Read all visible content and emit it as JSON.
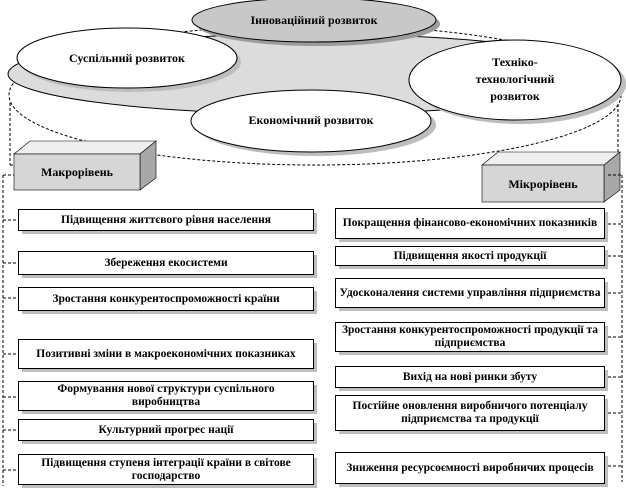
{
  "ellipses": {
    "innovative": "Інноваційний розвиток",
    "social": "Суспільний розвиток",
    "techno_line1": "Техніко-",
    "techno_line2": "технологічний",
    "techno_line3": "розвиток",
    "economic": "Економічний розвиток"
  },
  "macro": {
    "header": "Макрорівень",
    "items": [
      "Підвищення життєвого рівня населення",
      "Збереження екосистеми",
      "Зростання конкурентоспроможності країни",
      "Позитивні зміни в макроекономічних показниках",
      "Формування нової структури суспільного виробництва",
      "Культурний прогрес нації",
      "Підвищення ступеня інтеграції країни в світове господарство"
    ]
  },
  "micro": {
    "header": "Мікрорівень",
    "items": [
      "Покращення фінансово-економічних показників",
      "Підвищення якості продукції",
      "Удосконалення системи управління підприємства",
      "Зростання конкурентоспроможності продукції та підприємства",
      "Вихід на нові ринки збуту",
      "Постійне оновлення виробничого потенціалу підприємства та продукції",
      "Зниження ресурсоємності виробничих процесів"
    ]
  },
  "colors": {
    "ellipse_fill": "#ffffff",
    "top_ellipse_fill": "#c8c8c8",
    "shadow": "#bdbdbd",
    "header_front": "#d6d6d6",
    "header_top": "#efefef",
    "header_side": "#a8a8a8"
  }
}
